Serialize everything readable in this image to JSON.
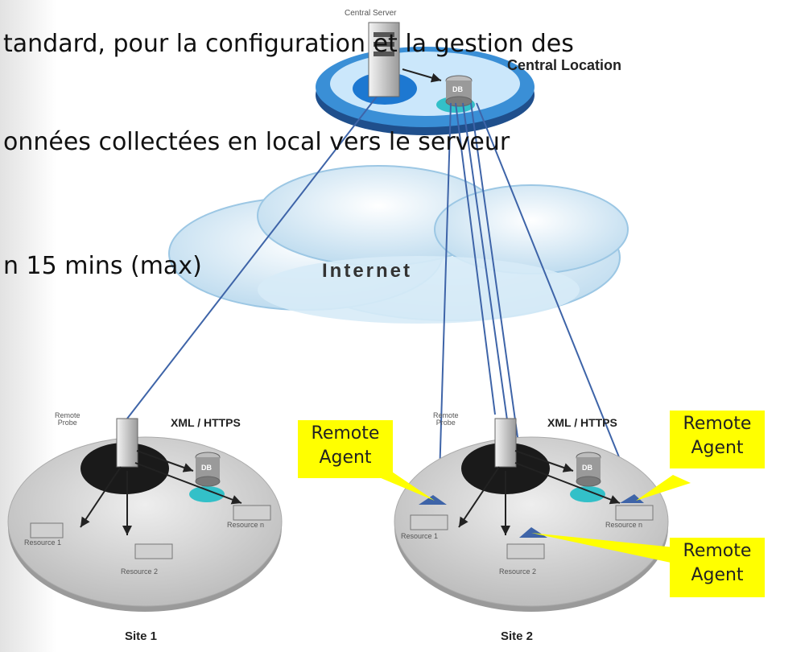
{
  "bullets": {
    "line1": "tandard, pour la configuration et  la gestion des",
    "line2": "onnées collectées en local vers le serveur",
    "line3": "n  15 mins (max)"
  },
  "central": {
    "server_label": "Central Server",
    "location_label": "Central Location",
    "db_label": "DB"
  },
  "internet_label": "Internet",
  "site1": {
    "probe_label": "Remote\nProbe",
    "protocol_label": "XML / HTTPS",
    "db_label": "DB",
    "resource1": "Resource 1",
    "resource2": "Resource 2",
    "resourcen": "Resource n",
    "site_label": "Site 1"
  },
  "site2": {
    "probe_label": "Remote\nProbe",
    "protocol_label": "XML / HTTPS",
    "db_label": "DB",
    "resource1": "Resource 1",
    "resource2": "Resource 2",
    "resourcen": "Resource n",
    "site_label": "Site 2"
  },
  "callouts": {
    "agent1": "Remote\nAgent",
    "agent2": "Remote\nAgent",
    "agent3": "Remote\nAgent"
  },
  "colors": {
    "callout": "#ffff00",
    "link_line": "#3e64a8",
    "cloud": "#cfe6f4",
    "central_disc": "#3a8fd6",
    "site_disc": "#d2d2d2"
  }
}
